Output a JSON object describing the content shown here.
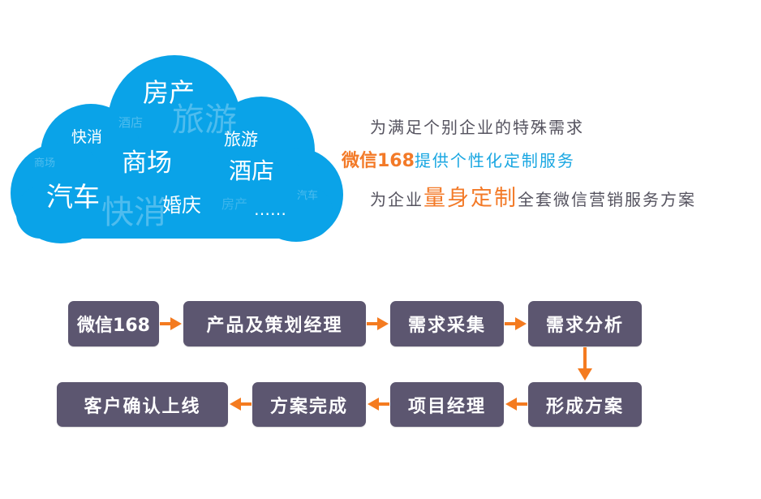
{
  "cloud": {
    "color": "#0aa3e8",
    "words": [
      {
        "text": "房产",
        "style": "bright"
      },
      {
        "text": "旅游",
        "style": "faint"
      },
      {
        "text": "酒店",
        "style": "faint"
      },
      {
        "text": "快消",
        "style": "bright"
      },
      {
        "text": "旅游",
        "style": "bright"
      },
      {
        "text": "商场",
        "style": "faint"
      },
      {
        "text": "商场",
        "style": "bright"
      },
      {
        "text": "酒店",
        "style": "bright"
      },
      {
        "text": "汽车",
        "style": "bright"
      },
      {
        "text": "快消",
        "style": "faint"
      },
      {
        "text": "婚庆",
        "style": "bright"
      },
      {
        "text": "房产",
        "style": "faint"
      },
      {
        "text": "汽车",
        "style": "faint"
      },
      {
        "text": "……",
        "style": "bright"
      }
    ]
  },
  "tagline": {
    "line1": "为满足个别企业的特殊需求",
    "line2_brand": "微信168",
    "line2_rest": "提供个性化定制服务",
    "line3_pre": "为企业",
    "line3_emph": "量身定制",
    "line3_post": "全套微信营销服务方案"
  },
  "flow": {
    "accent_color": "#f47b20",
    "box_color": "#5c5670",
    "steps": [
      {
        "label": "微信168"
      },
      {
        "label": "产品及策划经理"
      },
      {
        "label": "需求采集"
      },
      {
        "label": "需求分析"
      },
      {
        "label": "形成方案"
      },
      {
        "label": "项目经理"
      },
      {
        "label": "方案完成"
      },
      {
        "label": "客户确认上线"
      }
    ]
  }
}
